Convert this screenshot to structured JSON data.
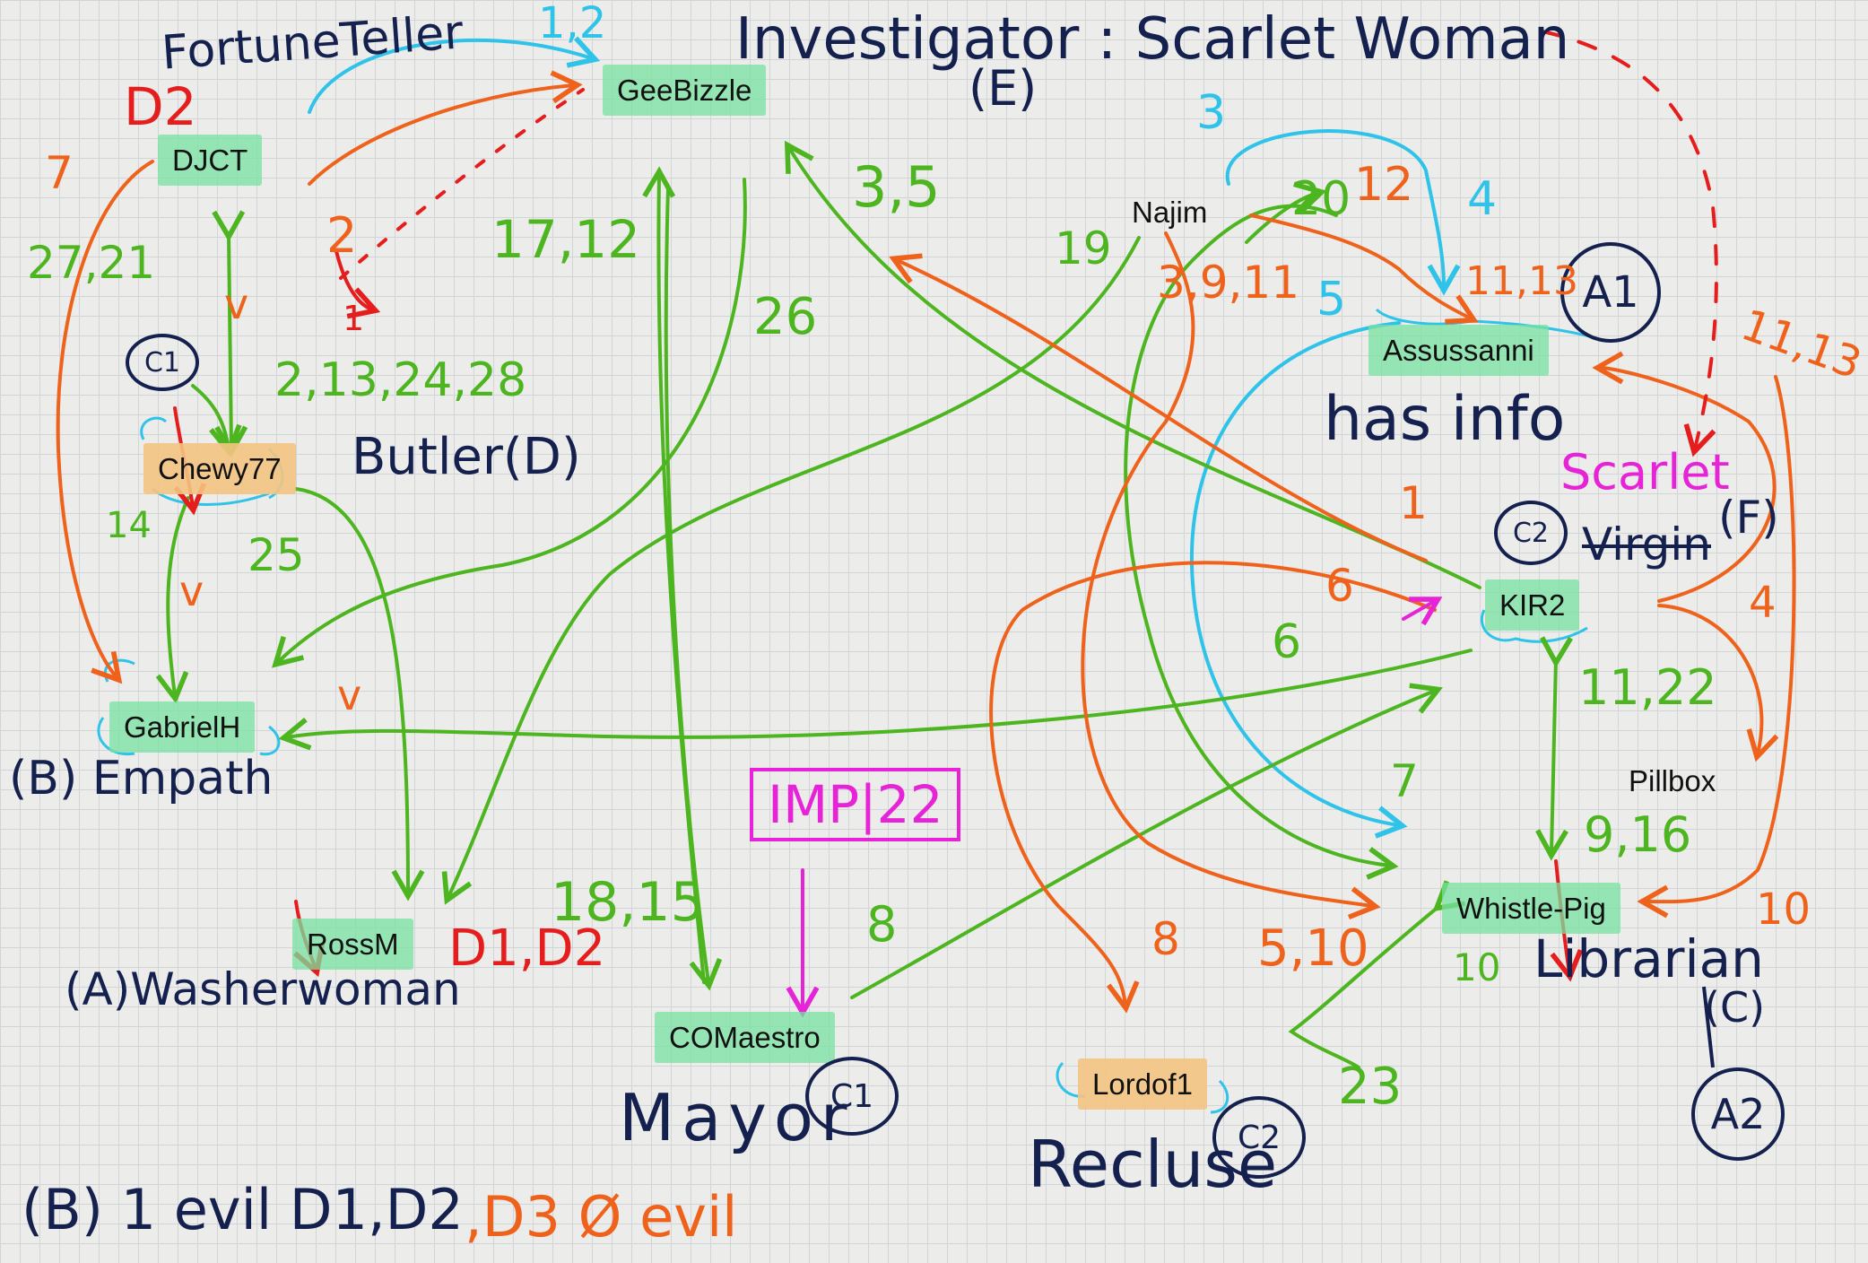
{
  "title": {
    "role": "Investigator",
    "sep": ":",
    "result": "Scarlet Woman",
    "tag": "(E)"
  },
  "nodes": {
    "geebizzle": "GeeBizzle",
    "djct": "DJCT",
    "chewy": "Chewy77",
    "gabriel": "GabrielH",
    "rossm": "RossM",
    "comaestro": "COMaestro",
    "najim": "Najim",
    "assussanni": "Assussanni",
    "kir2": "KIR2",
    "pillbox": "Pillbox",
    "whistle": "Whistle-Pig",
    "lordof1": "Lordof1"
  },
  "roles": {
    "fortune_teller": "FortuneTeller",
    "butler": "Butler(D)",
    "empath": "(B) Empath",
    "washerwoman": "(A)Washerwoman",
    "mayor": "Mayor",
    "recluse": "Recluse",
    "librarian": "Librarian",
    "librarian_tag": "(C)",
    "has_info": "has info",
    "scarlet": "Scarlet",
    "virgin_struck": "Virgin",
    "scarlet_tag": "(F)"
  },
  "circled": {
    "c1a": "C1",
    "c1b": "C1",
    "c2a": "C2",
    "c2b": "C2",
    "a1": "A1",
    "a2": "A2"
  },
  "imp": "IMP|22",
  "footer": {
    "part1": "(B) 1 evil D1,D2",
    "part2": ",D3 Ø evil"
  },
  "labels": {
    "g_1_2": "1,2",
    "g_27_21": "27,21",
    "g_2_13": "2,13,24,28",
    "g_14": "14",
    "g_25": "25",
    "g_17_12": "17,12",
    "g_26": "26",
    "g_3_5": "3,5",
    "g_19": "19",
    "g_20": "20",
    "g_6": "6",
    "g_11_22": "11,22",
    "g_9_16": "9,16",
    "g_7": "7",
    "g_8": "8",
    "g_18_15": "18,15",
    "g_10": "10",
    "g_23": "23",
    "o_7": "7",
    "o_2": "2",
    "o_12": "12",
    "o_3_9_11": "3,9,11",
    "o_11_13a": "11,13",
    "o_11_13b": "11,13",
    "o_1": "1",
    "o_6": "6",
    "o_4": "4",
    "o_8": "8",
    "o_5_10": "5,10",
    "o_10": "10",
    "c_3": "3",
    "c_4": "4",
    "c_5": "5",
    "r_d2": "D2",
    "r_d1d2": "D1,D2",
    "r_1": "1",
    "v_check": "v"
  },
  "colors": {
    "green": "#4db51f",
    "orange": "#ef621c",
    "cyan": "#2fc3ea",
    "navy": "#14204e",
    "red": "#e51d1d",
    "magenta": "#e623d6",
    "node_green": "#78e1a0",
    "node_gold": "#f4c482"
  }
}
